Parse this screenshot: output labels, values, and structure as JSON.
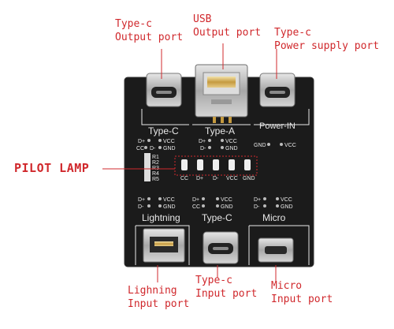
{
  "callouts": {
    "typec_output": {
      "line1": "Type-c",
      "line2": "Output port"
    },
    "usb_output": {
      "line1": "USB",
      "line2": "Output port"
    },
    "typec_power": {
      "line1": "Type-c",
      "line2": "Power supply port"
    },
    "pilot_lamp": {
      "text": "PILOT LAMP"
    },
    "lightning_input": {
      "line1": "Lighning",
      "line2": "Input port"
    },
    "typec_input": {
      "line1": "Type-c",
      "line2": "Input port"
    },
    "micro_input": {
      "line1": "Micro",
      "line2": "Input port"
    }
  },
  "board": {
    "top_labels": {
      "typec": "Type-C",
      "typea": "Type-A",
      "power": "Power-IN"
    },
    "bottom_labels": {
      "lightning": "Lightning",
      "typec": "Type-C",
      "micro": "Micro"
    },
    "pins": {
      "dplus": "D+",
      "dminus": "D-",
      "vcc": "VCC",
      "gnd": "GND",
      "cc": "CC"
    },
    "resistors": [
      "R1",
      "R2",
      "R3",
      "R4",
      "R5"
    ],
    "lamp_labels": [
      "CC",
      "D+",
      "D-",
      "VCC",
      "GND"
    ]
  },
  "colors": {
    "callout": "#d0282c",
    "board": "#1a1a1a",
    "silkscreen": "#e8e8e8",
    "metal": "#b9b9b9",
    "gold": "#c9a24a"
  }
}
